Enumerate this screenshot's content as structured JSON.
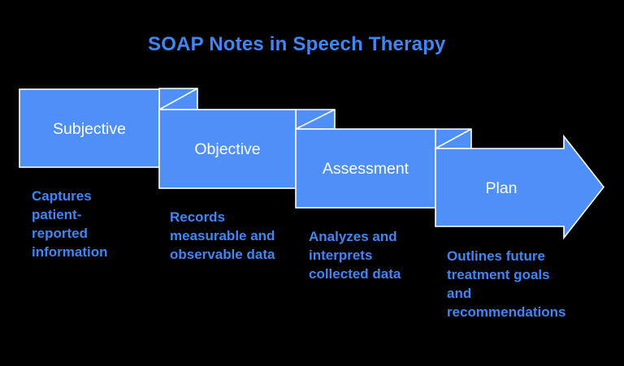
{
  "title": "SOAP Notes in Speech Therapy",
  "colors": {
    "background": "#000000",
    "shape_fill": "#4f90f8",
    "shape_border": "#ffffff",
    "box_label_text": "#ffffff",
    "accent_text": "#4285f4"
  },
  "diagram": {
    "type": "folded-ribbon-arrow-process",
    "direction": "left-to-right"
  },
  "steps": [
    {
      "label": "Subjective",
      "description_lines": [
        "Captures",
        "patient-",
        "reported",
        "information"
      ]
    },
    {
      "label": "Objective",
      "description_lines": [
        "Records",
        "measurable and",
        "observable data"
      ]
    },
    {
      "label": "Assessment",
      "description_lines": [
        "Analyzes and",
        "interprets",
        "collected data"
      ]
    },
    {
      "label": "Plan",
      "description_lines": [
        "Outlines future",
        "treatment goals",
        "and",
        "recommendations"
      ]
    }
  ]
}
